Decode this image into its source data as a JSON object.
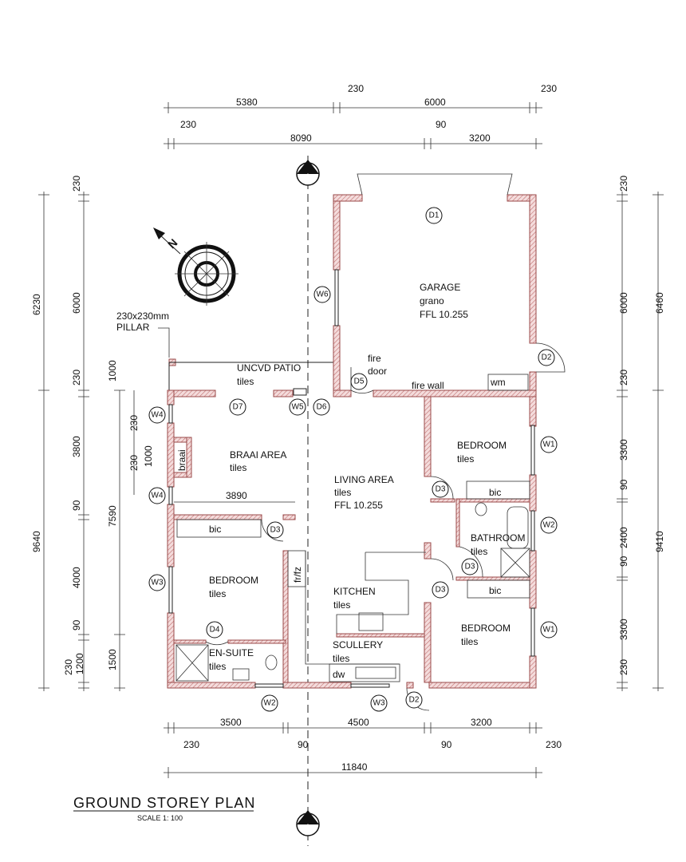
{
  "title": "GROUND STOREY PLAN",
  "scale": "SCALE 1: 100",
  "section_marker": "A",
  "compass": {
    "north_label": "N"
  },
  "colors": {
    "wall_stroke": "#9a4a4a",
    "wall_fill": "#f4dcdc"
  },
  "notes": {
    "pillar_1": "230x230mm",
    "pillar_2": "PILLAR",
    "fire_door_1": "fire",
    "fire_door_2": "door",
    "fire_wall": "fire wall",
    "wm": "wm",
    "bic": "bic",
    "braai": "braai",
    "frfz": "fr/fz",
    "dw": "dw",
    "dim_3890": "3890"
  },
  "rooms": {
    "garage": {
      "name": "GARAGE",
      "finish": "grano",
      "ffl": "FFL  10.255"
    },
    "patio": {
      "name": "UNCVD  PATIO",
      "finish": "tiles"
    },
    "braai": {
      "name": "BRAAI AREA",
      "finish": "tiles"
    },
    "living": {
      "name": "LIVING AREA",
      "finish": "tiles",
      "ffl": "FFL  10.255"
    },
    "bedroom_ne": {
      "name": "BEDROOM",
      "finish": "tiles"
    },
    "bathroom": {
      "name": "BATHROOM",
      "finish": "tiles"
    },
    "bedroom_w": {
      "name": "BEDROOM",
      "finish": "tiles"
    },
    "kitchen": {
      "name": "KITCHEN",
      "finish": "tiles"
    },
    "bedroom_se": {
      "name": "BEDROOM",
      "finish": "tiles"
    },
    "ensuite": {
      "name": "EN-SUITE",
      "finish": "tiles"
    },
    "scullery": {
      "name": "SCULLERY",
      "finish": "tiles"
    }
  },
  "tags": [
    "D1",
    "W6",
    "D2",
    "D5",
    "D7",
    "W5",
    "D6",
    "W4",
    "W4",
    "W1",
    "D3",
    "W2",
    "D3",
    "D3",
    "D3",
    "W3",
    "W1",
    "D4",
    "W2",
    "W3",
    "D2"
  ],
  "dims_top": [
    "5380",
    "230",
    "6000",
    "230",
    "230",
    "8090",
    "90",
    "3200"
  ],
  "dims_left": [
    "6230",
    "9640",
    "230",
    "6000",
    "230",
    "3800",
    "90",
    "4000",
    "90",
    "1200",
    "230",
    "7590",
    "1500",
    "230",
    "230",
    "1000",
    "1000"
  ],
  "dims_right": [
    "230",
    "6000",
    "230",
    "3300",
    "90",
    "2400",
    "90",
    "3300",
    "230",
    "6460",
    "9410"
  ],
  "dims_bottom": [
    "3500",
    "4500",
    "3200",
    "230",
    "90",
    "90",
    "230",
    "11840"
  ]
}
